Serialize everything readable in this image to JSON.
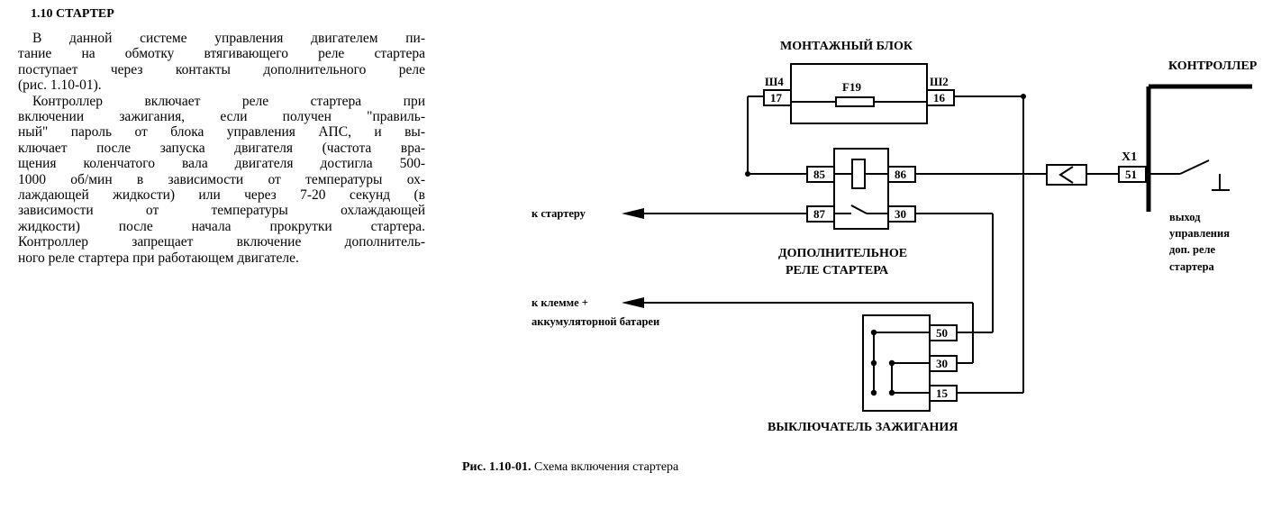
{
  "section_title": "1.10 СТАРТЕР",
  "paragraph1_lines": [
    "В данной системе управления двигателем пи-",
    "тание на обмотку втягивающего реле стартера",
    "поступает через контакты дополнительного реле",
    "(рис. 1.10-01)."
  ],
  "paragraph2_lines": [
    "Контроллер включает реле стартера при",
    "включении зажигания, если получен \"правиль-",
    "ный\" пароль от блока управления АПС, и вы-",
    "ключает после запуска двигателя (частота вра-",
    "щения коленчатого вала двигателя достигла 500-",
    "1000 об/мин в зависимости от температуры ох-",
    "лаждающей жидкости) или через 7-20 секунд (в",
    "зависимости от температуры охлаждающей",
    "жидкости) после начала прокрутки стартера.",
    "Контроллер запрещает включение дополнитель-",
    "ного реле стартера при работающем двигателе."
  ],
  "diagram": {
    "mounting_block_label": "МОНТАЖНЫЙ БЛОК",
    "connector_sh4": "Ш4",
    "connector_sh2": "Ш2",
    "fuse_label": "F19",
    "pin_17": "17",
    "pin_16": "16",
    "pin_85": "85",
    "pin_86": "86",
    "pin_87": "87",
    "pin_30_relay": "30",
    "relay_label_line1": "ДОПОЛНИТЕЛЬНОЕ",
    "relay_label_line2": "РЕЛЕ СТАРТЕРА",
    "to_starter": "к стартеру",
    "to_battery_line1": "к клемме +",
    "to_battery_line2": "аккумуляторной батареи",
    "pin_50": "50",
    "pin_30_switch": "30",
    "pin_15": "15",
    "ignition_switch_label": "ВЫКЛЮЧАТЕЛЬ ЗАЖИГАНИЯ",
    "controller_label": "КОНТРОЛЛЕР",
    "connector_x1": "Х1",
    "pin_51": "51",
    "output_label_lines": [
      "выход",
      "управления",
      "доп. реле",
      "стартера"
    ]
  },
  "caption": {
    "number": "Рис. 1.10-01.",
    "text": " Схема включения стартера"
  }
}
